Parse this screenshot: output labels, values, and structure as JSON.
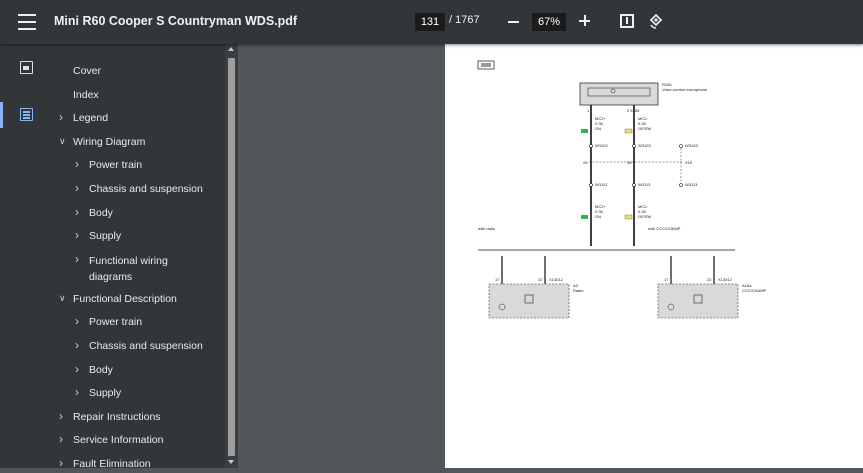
{
  "toolbar": {
    "title": "Mini R60 Cooper S Countryman WDS.pdf",
    "current_page": "131",
    "total_pages": "/ 1767",
    "zoom": "67%"
  },
  "outline": [
    {
      "label": "Cover",
      "level": 0,
      "chevron": ""
    },
    {
      "label": "Index",
      "level": 0,
      "chevron": ""
    },
    {
      "label": "Legend",
      "level": 0,
      "chevron": ">"
    },
    {
      "label": "Wiring Diagram",
      "level": 0,
      "chevron": "v"
    },
    {
      "label": "Power train",
      "level": 1,
      "chevron": ">"
    },
    {
      "label": "Chassis and suspension",
      "level": 1,
      "chevron": ">"
    },
    {
      "label": "Body",
      "level": 1,
      "chevron": ">"
    },
    {
      "label": "Supply",
      "level": 1,
      "chevron": ">"
    },
    {
      "label": "Functional wiring diagrams",
      "level": 1,
      "chevron": ">"
    },
    {
      "label": "Functional Description",
      "level": 0,
      "chevron": "v"
    },
    {
      "label": "Power train",
      "level": 1,
      "chevron": ">"
    },
    {
      "label": "Chassis and suspension",
      "level": 1,
      "chevron": ">"
    },
    {
      "label": "Body",
      "level": 1,
      "chevron": ">"
    },
    {
      "label": "Supply",
      "level": 1,
      "chevron": ">"
    },
    {
      "label": "Repair Instructions",
      "level": 0,
      "chevron": ">"
    },
    {
      "label": "Service Information",
      "level": 0,
      "chevron": ">"
    },
    {
      "label": "Fault Elimination",
      "level": 0,
      "chevron": ">"
    }
  ],
  "diagram": {
    "top_component": "R20b",
    "top_component_desc": "Voice-control microphone",
    "connector_top": "X455",
    "left_wire": [
      "MC2+",
      "0.35",
      "GN"
    ],
    "right_wire": [
      "MC2-",
      "0.35",
      "GE/SW"
    ],
    "splice_1_left": "W3102",
    "splice_1_right": "W3103",
    "splice_1_extra": "W3103",
    "connector_mid": "X1E",
    "splice_2_left": "W3112",
    "splice_2_right": "W3113",
    "splice_2_extra": "W3113",
    "left_wire_2": [
      "MC2+",
      "0.35",
      "GN"
    ],
    "right_wire_2": [
      "MC2-",
      "0.35",
      "GE/SW"
    ],
    "variant_left": "with radio",
    "variant_right": "with CCC/CHAMP",
    "module_left_conn": "X13012",
    "module_left_name": "Radio",
    "module_left_id": "A3",
    "module_right_conn": "X13012",
    "module_right_name": "CCC/CHAMP",
    "module_right_id": "A16a",
    "pin_17": "17",
    "pin_22": "22",
    "pin_1": "1",
    "pin_2": "2",
    "pin_28": "28"
  }
}
